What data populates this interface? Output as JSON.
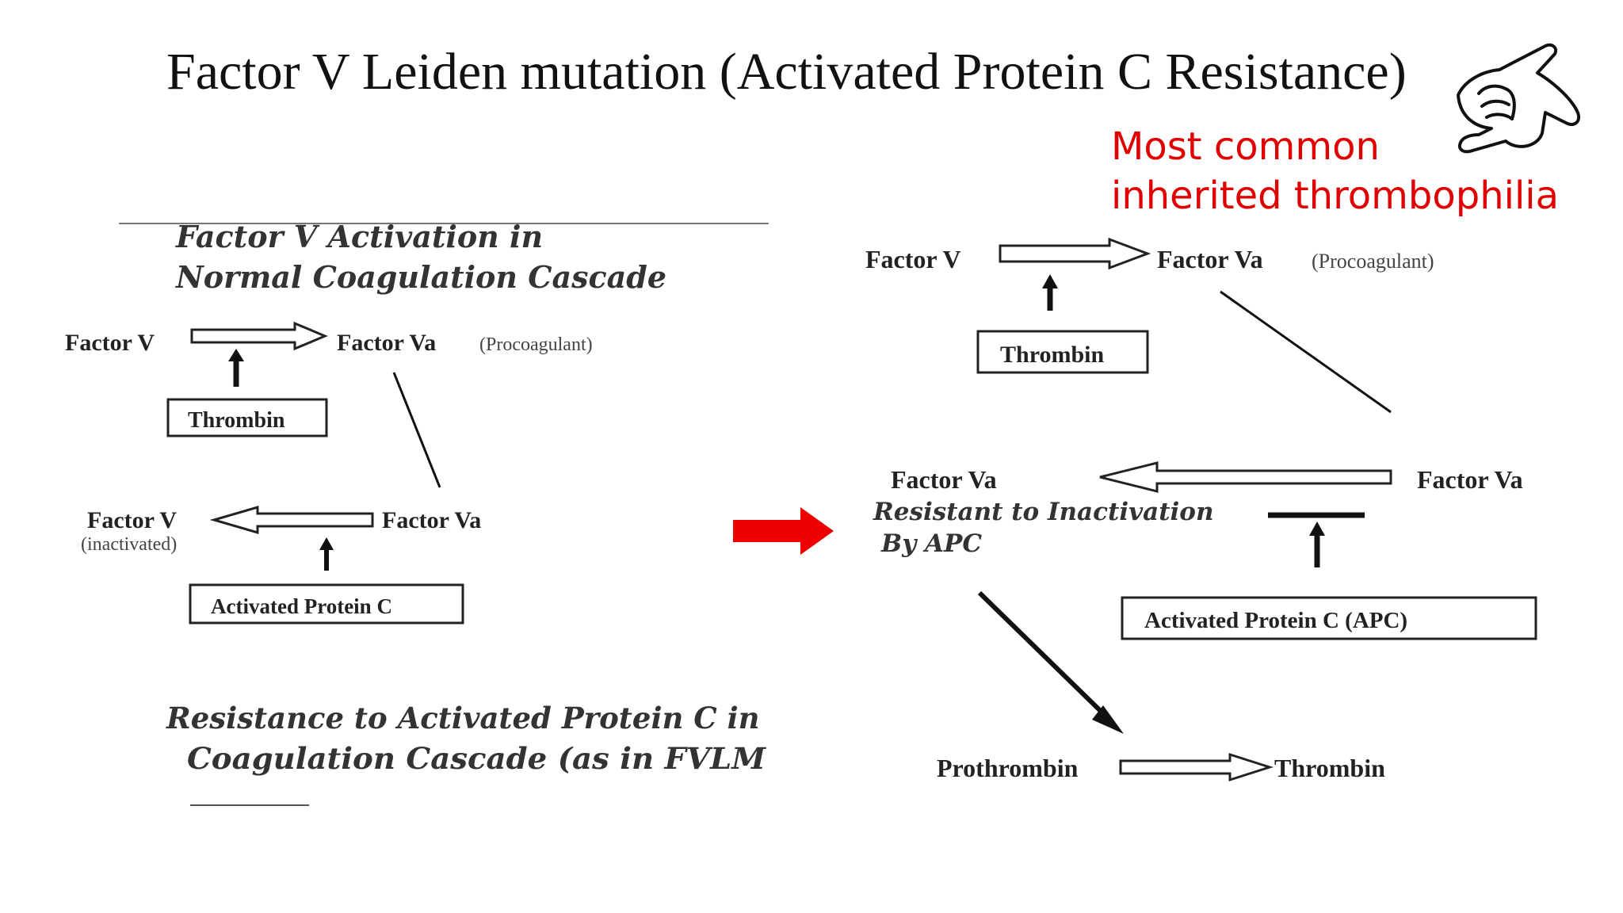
{
  "title": "Factor V Leiden mutation (Activated Protein C Resistance)",
  "note": {
    "line1": "Most common",
    "line2": "inherited thrombophilia",
    "color": "#e00000"
  },
  "left_panel": {
    "heading_line1": "Factor V Activation in",
    "heading_line2": "Normal Coagulation Cascade",
    "factor_v": "Factor V",
    "factor_va": "Factor Va",
    "procoagulant": "(Procoagulant)",
    "thrombin_box": "Thrombin",
    "factor_va_2": "Factor Va",
    "factor_v_2": "Factor V",
    "inactivated": "(inactivated)",
    "apc_box": "Activated Protein C",
    "heading2_line1": "Resistance to Activated Protein C in",
    "heading2_line2": "Coagulation Cascade (as in FVLM"
  },
  "right_panel": {
    "factor_v": "Factor V",
    "factor_va": "Factor Va",
    "procoagulant": "(Procoagulant)",
    "thrombin_box": "Thrombin",
    "factor_va_right": "Factor Va",
    "factor_va_left": "Factor Va",
    "resistant_line1": "Resistant to Inactivation",
    "resistant_line2": "By APC",
    "apc_box": "Activated Protein C (APC)",
    "prothrombin": "Prothrombin",
    "thrombin": "Thrombin"
  },
  "colors": {
    "transition_arrow": "#ee0000",
    "ink": "#111111"
  },
  "icons": [
    "pointing-hand-icon",
    "transition-arrow-icon"
  ]
}
